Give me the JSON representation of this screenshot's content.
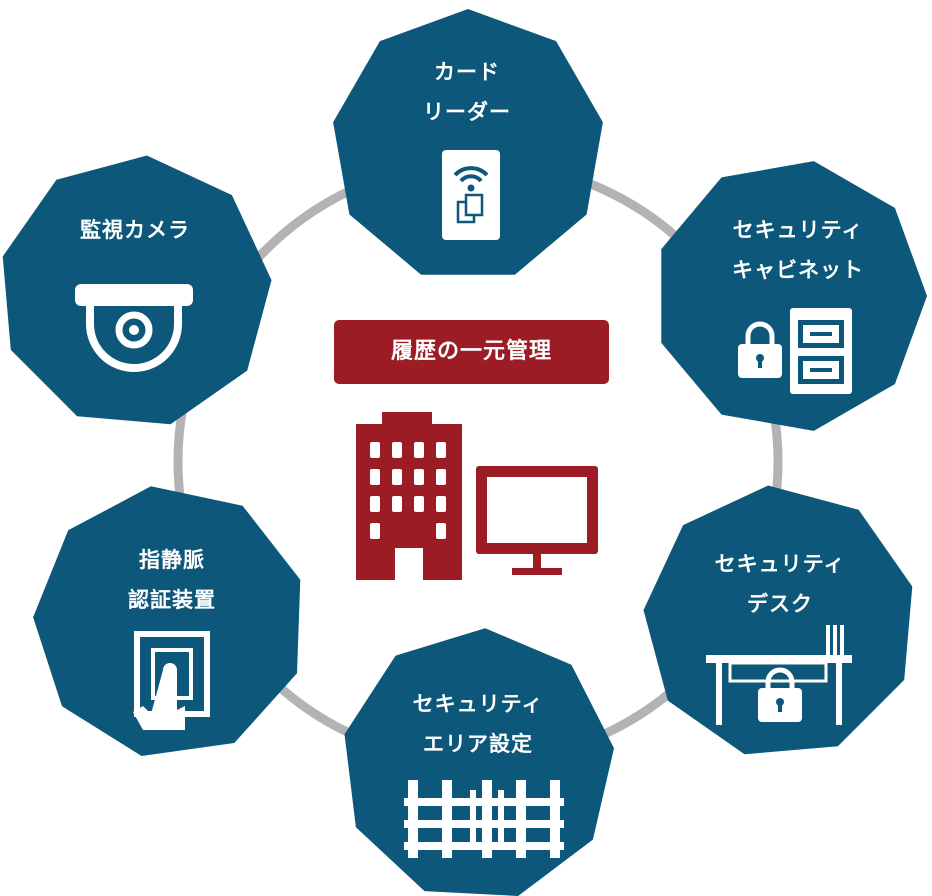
{
  "center": {
    "title": "履歴の一元管理"
  },
  "nodes": [
    {
      "id": "card-reader",
      "line1": "カード",
      "line2": "リーダー"
    },
    {
      "id": "security-cabinet",
      "line1": "セキュリティ",
      "line2": "キャビネット"
    },
    {
      "id": "security-desk",
      "line1": "セキュリティ",
      "line2": "デスク"
    },
    {
      "id": "security-area",
      "line1": "セキュリティ",
      "line2": "エリア設定"
    },
    {
      "id": "vein-auth",
      "line1": "指静脈",
      "line2": "認証装置"
    },
    {
      "id": "camera",
      "line1": "監視カメラ",
      "line2": ""
    }
  ],
  "colors": {
    "node": "#0d587a",
    "accent": "#9b1c24",
    "ring": "#b3b3b3"
  }
}
